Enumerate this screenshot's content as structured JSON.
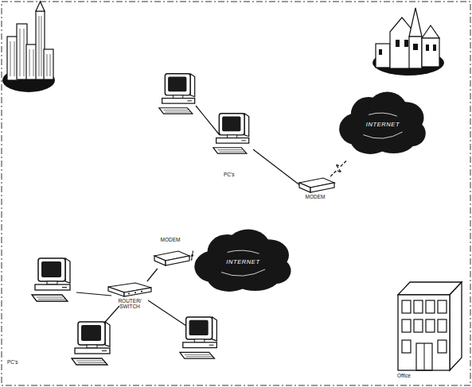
{
  "diagram": {
    "nodes": [
      {
        "text": [
          "INTERNET"
        ]
      },
      {
        "text": [
          "MODEM"
        ]
      },
      {
        "text": [
          "MODEM"
        ]
      },
      {
        "text": [
          "INTERNET"
        ]
      },
      {
        "text": [
          "ROUTER/ SWITCH"
        ]
      }
    ],
    "edges": [
      {
        "from": 1,
        "to": 0,
        "arrow": "none"
      },
      {
        "from": 2,
        "to": 3,
        "arrow": "none"
      },
      {
        "from": 4,
        "to": 2,
        "arrow": "none"
      }
    ],
    "labels": [
      "PC's",
      "PC's",
      "Office"
    ]
  }
}
